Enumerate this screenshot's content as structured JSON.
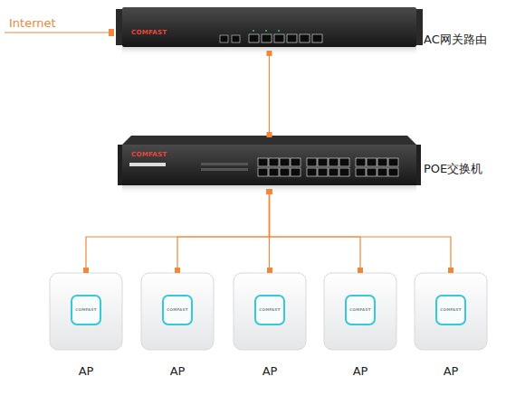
{
  "diagram": {
    "nodes": [
      {
        "text": [
          "COMFAST",
          "AC网关路由"
        ]
      },
      {
        "text": [
          "COMFAST",
          "POE交换机"
        ]
      },
      {
        "text": [
          "COMFAST",
          "AP"
        ]
      },
      {
        "text": [
          "COMFAST",
          "AP"
        ]
      },
      {
        "text": [
          "COMFAST",
          "AP"
        ]
      },
      {
        "text": [
          "COMFAST",
          "AP"
        ]
      },
      {
        "text": [
          "COMFAST",
          "AP"
        ]
      }
    ],
    "edges": [
      {
        "from": 0,
        "to": 1,
        "arrow": "none"
      },
      {
        "from": 1,
        "to": 2,
        "arrow": "none"
      },
      {
        "from": 1,
        "to": 3,
        "arrow": "none"
      },
      {
        "from": 1,
        "to": 4,
        "arrow": "none"
      },
      {
        "from": 1,
        "to": 5,
        "arrow": "none"
      },
      {
        "from": 1,
        "to": 6,
        "arrow": "none"
      }
    ],
    "labels": [
      "Internet"
    ]
  }
}
